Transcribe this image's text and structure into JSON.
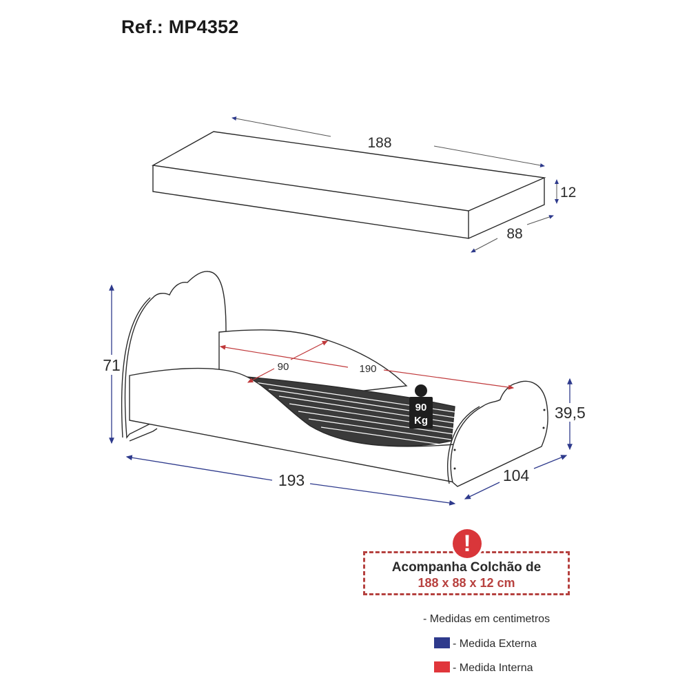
{
  "header": {
    "title": "Ref.: MP4352"
  },
  "mattress": {
    "length_label": "188",
    "height_label": "12",
    "width_label": "88"
  },
  "bed": {
    "height_label": "71",
    "length_label": "193",
    "width_label": "104",
    "footboard_height_label": "39,5",
    "internal_width_label": "90",
    "internal_length_label": "190",
    "weight_badge": {
      "line1": "90",
      "line2": "Kg"
    }
  },
  "notice": {
    "icon": "exclamation-icon",
    "line1": "Acompanha Colchão de",
    "line2": "188 x 88 x 12 cm"
  },
  "legend": {
    "units_note": "- Medidas em centimetros",
    "items": [
      {
        "label": "- Medida Externa",
        "color": "#2e3a8c"
      },
      {
        "label": "- Medida Interna",
        "color": "#e0363b"
      }
    ]
  },
  "colors": {
    "external": "#2e3a8c",
    "internal": "#c0393b",
    "notice_border": "#b5413f",
    "alert": "#d9363a"
  }
}
